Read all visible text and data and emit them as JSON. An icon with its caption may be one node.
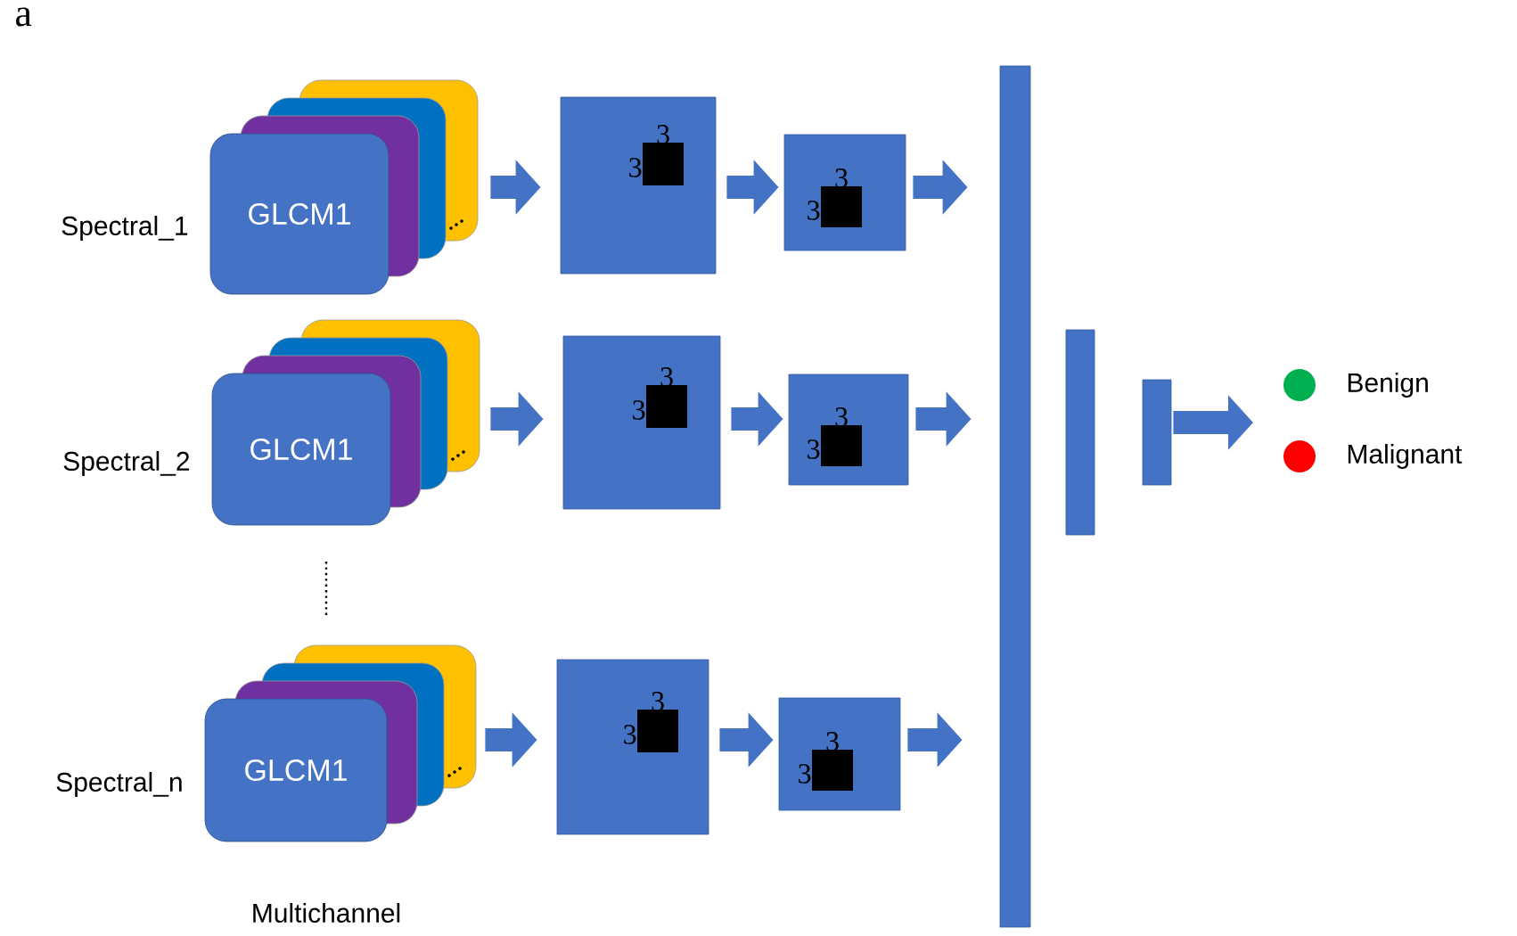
{
  "diagram": {
    "nodes": [
      {
        "text": [
          "GLCM1"
        ],
        "beside": [
          "Spectral_1"
        ]
      },
      {
        "text": [],
        "shape": "box"
      },
      {
        "text": [],
        "shape": "box",
        "in": 1,
        "beside": [
          "3",
          "3"
        ]
      },
      {
        "text": [],
        "shape": "box"
      },
      {
        "text": [],
        "shape": "box",
        "in": 3,
        "beside": [
          "3",
          "3"
        ]
      },
      {
        "text": [
          "GLCM1"
        ],
        "beside": [
          "Spectral_2"
        ]
      },
      {
        "text": [],
        "shape": "box"
      },
      {
        "text": [],
        "shape": "box",
        "in": 6,
        "beside": [
          "3",
          "3"
        ]
      },
      {
        "text": [],
        "shape": "box"
      },
      {
        "text": [],
        "shape": "box",
        "in": 8,
        "beside": [
          "3",
          "3"
        ]
      },
      {
        "text": [
          "GLCM1"
        ],
        "beside": [
          "Spectral_n"
        ]
      },
      {
        "text": [],
        "shape": "box"
      },
      {
        "text": [],
        "shape": "box",
        "in": 11,
        "beside": [
          "3",
          "3"
        ]
      },
      {
        "text": [],
        "shape": "box"
      },
      {
        "text": [],
        "shape": "box",
        "in": 13,
        "beside": [
          "3",
          "3"
        ]
      },
      {
        "text": [],
        "shape": "bar"
      },
      {
        "text": [],
        "shape": "bar"
      },
      {
        "text": [],
        "shape": "bar"
      }
    ],
    "edges": [
      {
        "from": 0,
        "to": 1,
        "arrow": "to"
      },
      {
        "from": 1,
        "to": 3,
        "arrow": "to"
      },
      {
        "from": 3,
        "to": 15,
        "arrow": "to"
      },
      {
        "from": 5,
        "to": 6,
        "arrow": "to"
      },
      {
        "from": 6,
        "to": 8,
        "arrow": "to"
      },
      {
        "from": 8,
        "to": 15,
        "arrow": "to"
      },
      {
        "from": 10,
        "to": 11,
        "arrow": "to"
      },
      {
        "from": 11,
        "to": 13,
        "arrow": "to"
      },
      {
        "from": 13,
        "to": 15,
        "arrow": "to"
      },
      {
        "from": 17,
        "to": null,
        "arrow": "to"
      }
    ],
    "labels": [
      "a",
      "Multichannel"
    ],
    "legend": [
      {
        "text": "Benign",
        "color": "#00b050"
      },
      {
        "text": "Malignant",
        "color": "#ff0000"
      }
    ]
  }
}
